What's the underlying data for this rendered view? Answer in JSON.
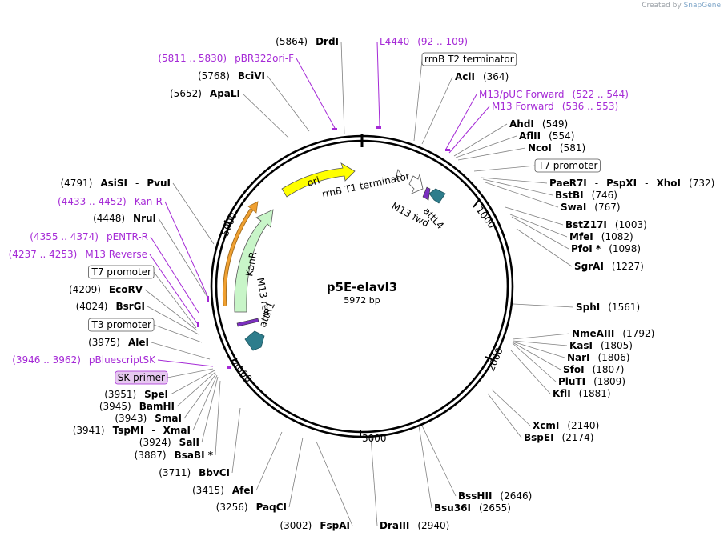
{
  "header": {
    "created_by": "Created by",
    "brand": "SnapGene"
  },
  "plasmid": {
    "name": "p5E-elavl3",
    "size_label": "5972 bp",
    "length": 5972
  },
  "ticks": [
    "1000",
    "2000",
    "3000",
    "4000",
    "5000"
  ],
  "colors": {
    "ori": "#ffff00",
    "kanr": "#c8f5c8",
    "orange": "#f0a030",
    "att": "#2e7d8c",
    "primer": "#a52ad6",
    "backbone": "#000000"
  },
  "features": {
    "ori": "ori",
    "kanr": "KanR",
    "rrnb_t1": "rrnB T1 terminator",
    "m13_fwd": "M13 fwd",
    "attl4": "attL4",
    "m13_rev": "M13 rev",
    "attr1": "attR1"
  },
  "right_labels": [
    {
      "id": "l4440",
      "type": "primer",
      "name": "L4440",
      "pos": "(92 .. 109)"
    },
    {
      "id": "rrnb-t2",
      "type": "boxed",
      "name": "rrnB T2 terminator",
      "pos": ""
    },
    {
      "id": "acli",
      "type": "enzyme",
      "name": "AclI",
      "pos": "(364)"
    },
    {
      "id": "m13puc-fwd",
      "type": "primer",
      "name": "M13/pUC Forward",
      "pos": "(522 .. 544)"
    },
    {
      "id": "m13-forward",
      "type": "primer",
      "name": "M13 Forward",
      "pos": "(536 .. 553)"
    },
    {
      "id": "ahdi",
      "type": "enzyme",
      "name": "AhdI",
      "pos": "(549)"
    },
    {
      "id": "aflii",
      "type": "enzyme",
      "name": "AflII",
      "pos": "(554)"
    },
    {
      "id": "ncoi",
      "type": "enzyme",
      "name": "NcoI",
      "pos": "(581)"
    },
    {
      "id": "t7-promoter-r",
      "type": "boxed",
      "name": "T7 promoter",
      "pos": ""
    },
    {
      "id": "paer7i",
      "type": "enzyme",
      "name": "PaeR7I",
      "sep1": "-",
      "name2": "PspXI",
      "sep2": "-",
      "name3": "XhoI",
      "pos": "(732)"
    },
    {
      "id": "bstbi",
      "type": "enzyme",
      "name": "BstBI",
      "pos": "(746)"
    },
    {
      "id": "swai",
      "type": "enzyme",
      "name": "SwaI",
      "pos": "(767)"
    },
    {
      "id": "bstz17i",
      "type": "enzyme",
      "name": "BstZ17I",
      "pos": "(1003)"
    },
    {
      "id": "mfei",
      "type": "enzyme",
      "name": "MfeI",
      "pos": "(1082)"
    },
    {
      "id": "pfoi",
      "type": "enzyme",
      "name": "PfoI *",
      "pos": "(1098)"
    },
    {
      "id": "sgrai",
      "type": "enzyme",
      "name": "SgrAI",
      "pos": "(1227)"
    },
    {
      "id": "sphi",
      "type": "enzyme",
      "name": "SphI",
      "pos": "(1561)"
    },
    {
      "id": "nmeaiii",
      "type": "enzyme",
      "name": "NmeAIII",
      "pos": "(1792)"
    },
    {
      "id": "kasi",
      "type": "enzyme",
      "name": "KasI",
      "pos": "(1805)"
    },
    {
      "id": "nari",
      "type": "enzyme",
      "name": "NarI",
      "pos": "(1806)"
    },
    {
      "id": "sfoi",
      "type": "enzyme",
      "name": "SfoI",
      "pos": "(1807)"
    },
    {
      "id": "pluti",
      "type": "enzyme",
      "name": "PluTI",
      "pos": "(1809)"
    },
    {
      "id": "kfli",
      "type": "enzyme",
      "name": "KflI",
      "pos": "(1881)"
    },
    {
      "id": "xcmi",
      "type": "enzyme",
      "name": "XcmI",
      "pos": "(2140)"
    },
    {
      "id": "bspei",
      "type": "enzyme",
      "name": "BspEI",
      "pos": "(2174)"
    },
    {
      "id": "bsshii",
      "type": "enzyme",
      "name": "BssHII",
      "pos": "(2646)"
    },
    {
      "id": "bsu36i",
      "type": "enzyme",
      "name": "Bsu36I",
      "pos": "(2655)"
    },
    {
      "id": "draiii",
      "type": "enzyme",
      "name": "DraIII",
      "pos": "(2940)"
    }
  ],
  "left_labels": [
    {
      "id": "drdi",
      "type": "enzyme",
      "name": "DrdI",
      "pos": "(5864)"
    },
    {
      "id": "pbr322ori",
      "type": "primer",
      "name": "pBR322ori-F",
      "pos": "(5811 .. 5830)"
    },
    {
      "id": "bcivi",
      "type": "enzyme",
      "name": "BciVI",
      "pos": "(5768)"
    },
    {
      "id": "apali",
      "type": "enzyme",
      "name": "ApaLI",
      "pos": "(5652)"
    },
    {
      "id": "asisi",
      "type": "enzyme",
      "name": "AsiSI",
      "sep1": "-",
      "name2": "PvuI",
      "pos": "(4791)"
    },
    {
      "id": "kan-r",
      "type": "primer",
      "name": "Kan-R",
      "pos": "(4433 .. 4452)"
    },
    {
      "id": "nrui",
      "type": "enzyme",
      "name": "NruI",
      "pos": "(4448)"
    },
    {
      "id": "pentr-r",
      "type": "primer",
      "name": "pENTR-R",
      "pos": "(4355 .. 4374)"
    },
    {
      "id": "m13-reverse",
      "type": "primer",
      "name": "M13 Reverse",
      "pos": "(4237 .. 4253)"
    },
    {
      "id": "t7-promoter-l",
      "type": "boxed",
      "name": "T7 promoter",
      "pos": ""
    },
    {
      "id": "ecorv",
      "type": "enzyme",
      "name": "EcoRV",
      "pos": "(4209)"
    },
    {
      "id": "bsrgi",
      "type": "enzyme",
      "name": "BsrGI",
      "pos": "(4024)"
    },
    {
      "id": "t3-promoter",
      "type": "boxed",
      "name": "T3 promoter",
      "pos": ""
    },
    {
      "id": "alei",
      "type": "enzyme",
      "name": "AleI",
      "pos": "(3975)"
    },
    {
      "id": "pbluescriptsk",
      "type": "primer",
      "name": "pBluescriptSK",
      "pos": "(3946 .. 3962)"
    },
    {
      "id": "sk-primer",
      "type": "boxed-primer",
      "name": "SK primer",
      "pos": ""
    },
    {
      "id": "spei",
      "type": "enzyme",
      "name": "SpeI",
      "pos": "(3951)"
    },
    {
      "id": "bamhi",
      "type": "enzyme",
      "name": "BamHI",
      "pos": "(3945)"
    },
    {
      "id": "smai",
      "type": "enzyme",
      "name": "SmaI",
      "pos": "(3943)"
    },
    {
      "id": "tspmi",
      "type": "enzyme",
      "name": "TspMI",
      "sep1": "-",
      "name2": "XmaI",
      "pos": "(3941)"
    },
    {
      "id": "sali",
      "type": "enzyme",
      "name": "SalI",
      "pos": "(3924)"
    },
    {
      "id": "bsabi",
      "type": "enzyme",
      "name": "BsaBI *",
      "pos": "(3887)"
    },
    {
      "id": "bbvci",
      "type": "enzyme",
      "name": "BbvCI",
      "pos": "(3711)"
    },
    {
      "id": "afei",
      "type": "enzyme",
      "name": "AfeI",
      "pos": "(3415)"
    },
    {
      "id": "paqci",
      "type": "enzyme",
      "name": "PaqCI",
      "pos": "(3256)"
    },
    {
      "id": "fspai",
      "type": "enzyme",
      "name": "FspAI",
      "pos": "(3002)"
    }
  ]
}
